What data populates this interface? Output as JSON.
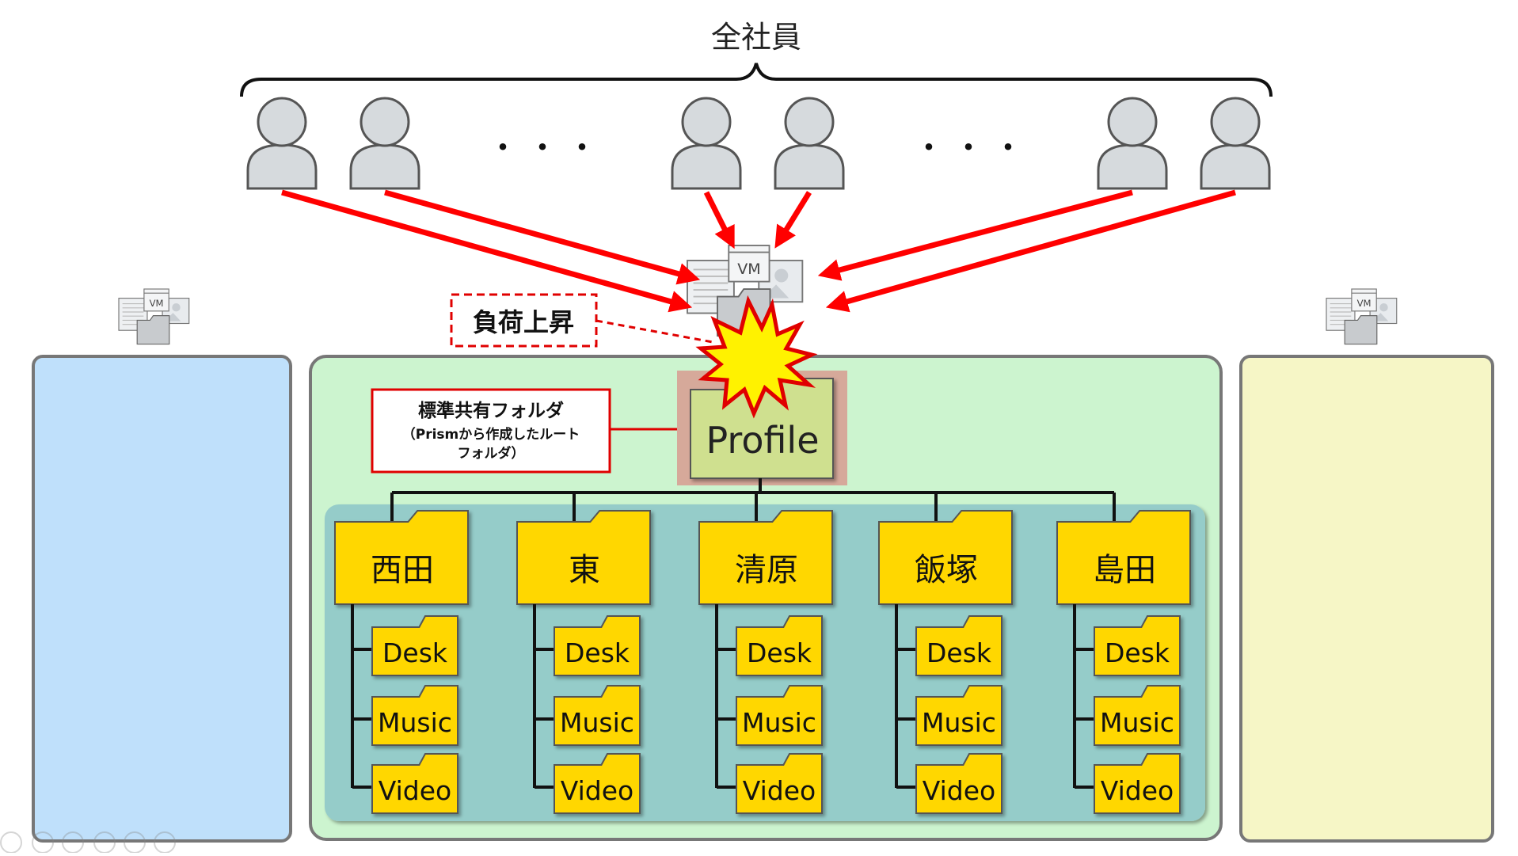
{
  "title": "全社員",
  "ellipsis": "・・・",
  "load_label": "負荷上昇",
  "vm_label": "VM",
  "callout": {
    "line1": "標準共有フォルダ",
    "line2": "（Prismから作成したルート",
    "line3": "フォルダ）"
  },
  "profile_label": "Profile",
  "users": [
    {
      "name": "西田",
      "subfolders": [
        "Desk",
        "Music",
        "Video"
      ]
    },
    {
      "name": "東",
      "subfolders": [
        "Desk",
        "Music",
        "Video"
      ]
    },
    {
      "name": "清原",
      "subfolders": [
        "Desk",
        "Music",
        "Video"
      ]
    },
    {
      "name": "飯塚",
      "subfolders": [
        "Desk",
        "Music",
        "Video"
      ]
    },
    {
      "name": "島田",
      "subfolders": [
        "Desk",
        "Music",
        "Video"
      ]
    }
  ],
  "colors": {
    "arrow": "#ff0000",
    "left_panel": "#bfe0fb",
    "center_panel": "#ccf4cf",
    "inner_panel": "#95ccc9",
    "right_panel": "#f6f6c6",
    "folder": "#ffd700",
    "profile_folder": "#cfe08f",
    "profile_bg": "#d6a99a"
  }
}
